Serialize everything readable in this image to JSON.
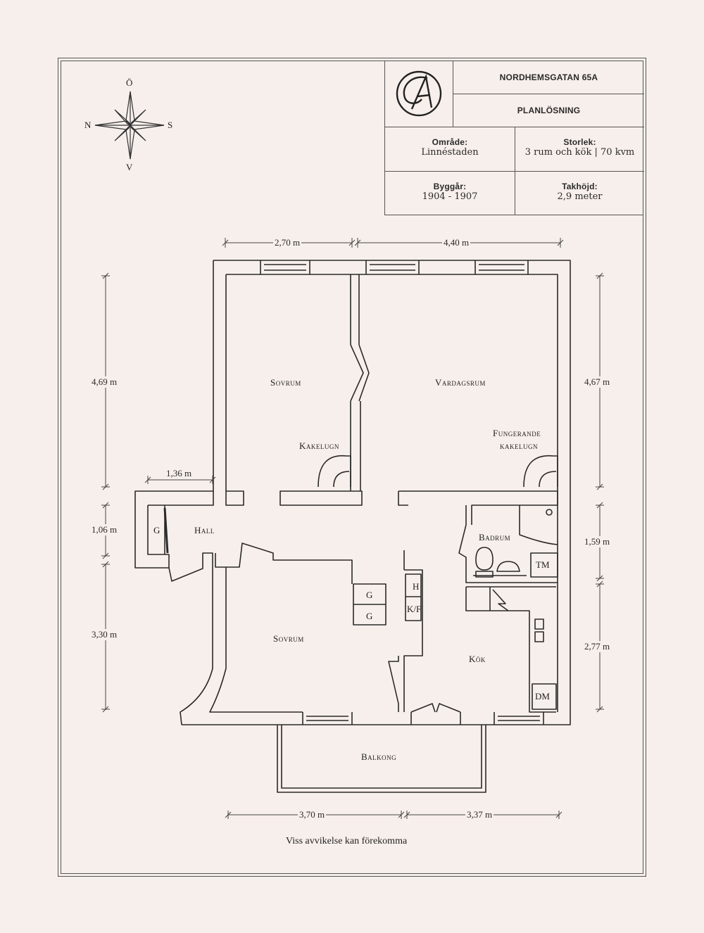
{
  "title_block": {
    "address": "NORDHEMSGATAN 65A",
    "subtitle": "PLANLÖSNING",
    "logo_letters": "CA",
    "area_label": "Område:",
    "area_value": "Linnéstaden",
    "size_label": "Storlek:",
    "size_value": "3 rum och kök | 70 kvm",
    "year_label": "Byggår:",
    "year_value": "1904 - 1907",
    "ceiling_label": "Takhöjd:",
    "ceiling_value": "2,9 meter"
  },
  "compass": {
    "north": "N",
    "east": "Ö",
    "south": "S",
    "west": "V"
  },
  "rooms": {
    "bedroom_top": "Sovrum",
    "living": "Vardagsrum",
    "stove_left": "Kakelugn",
    "stove_right_1": "Fungerande",
    "stove_right_2": "kakelugn",
    "hall": "Hall",
    "bathroom": "Badrum",
    "bedroom_bottom": "Sovrum",
    "kitchen": "Kök",
    "balcony": "Balkong",
    "g1": "G",
    "g2": "G",
    "g3": "G",
    "h": "H",
    "kf": "K/F",
    "tm": "TM",
    "dm": "DM"
  },
  "dimensions": {
    "top_left": "2,70 m",
    "top_right": "4,40 m",
    "left_upper": "4,69 m",
    "hall_width": "1,36 m",
    "left_mid": "1,06 m",
    "left_lower": "3,30 m",
    "right_upper": "4,67 m",
    "right_mid": "1,59 m",
    "right_lower": "2,77 m",
    "bottom_left": "3,70 m",
    "bottom_right": "3,37 m"
  },
  "footer_note": "Viss avvikelse kan förekomma",
  "colors": {
    "background": "#f7efeb",
    "ink": "#2a2a2a"
  }
}
